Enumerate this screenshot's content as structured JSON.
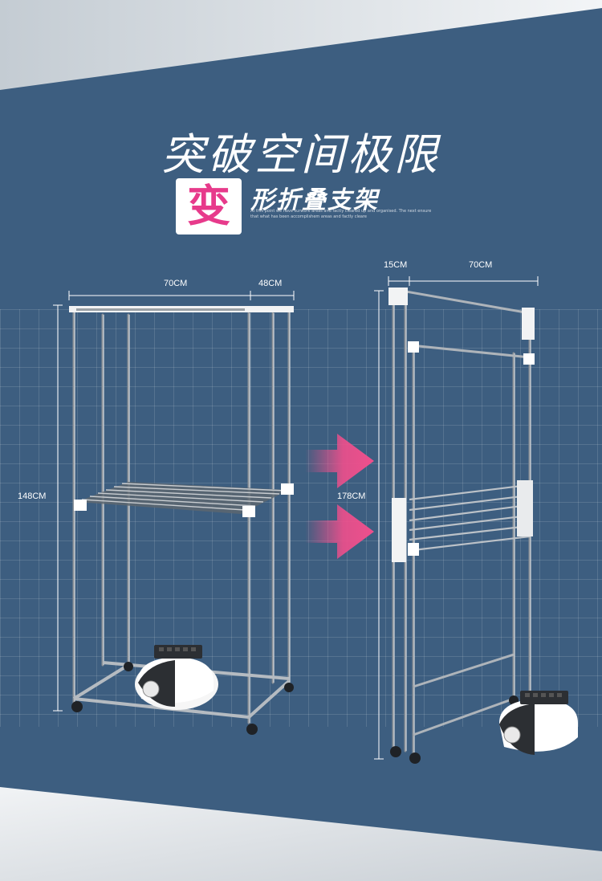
{
  "headline": "突破空间极限",
  "badge_char": "变",
  "subtitle": "形折叠支架",
  "tagline": "At this point we have surwork areas and factly cleared up and organised. The next ensure that what has been accomplishem areas and factly cleare",
  "left_rack": {
    "width_label": "70CM",
    "depth_label": "48CM",
    "height_label": "148CM"
  },
  "right_rack": {
    "depth_label": "15CM",
    "width_label": "70CM",
    "height_label": "178CM"
  },
  "colors": {
    "background": "#3d5e80",
    "accent": "#e73a8b",
    "arrow": "#ef4f8c"
  },
  "icons": [
    "arrow-right-icon",
    "arrow-right-icon"
  ]
}
